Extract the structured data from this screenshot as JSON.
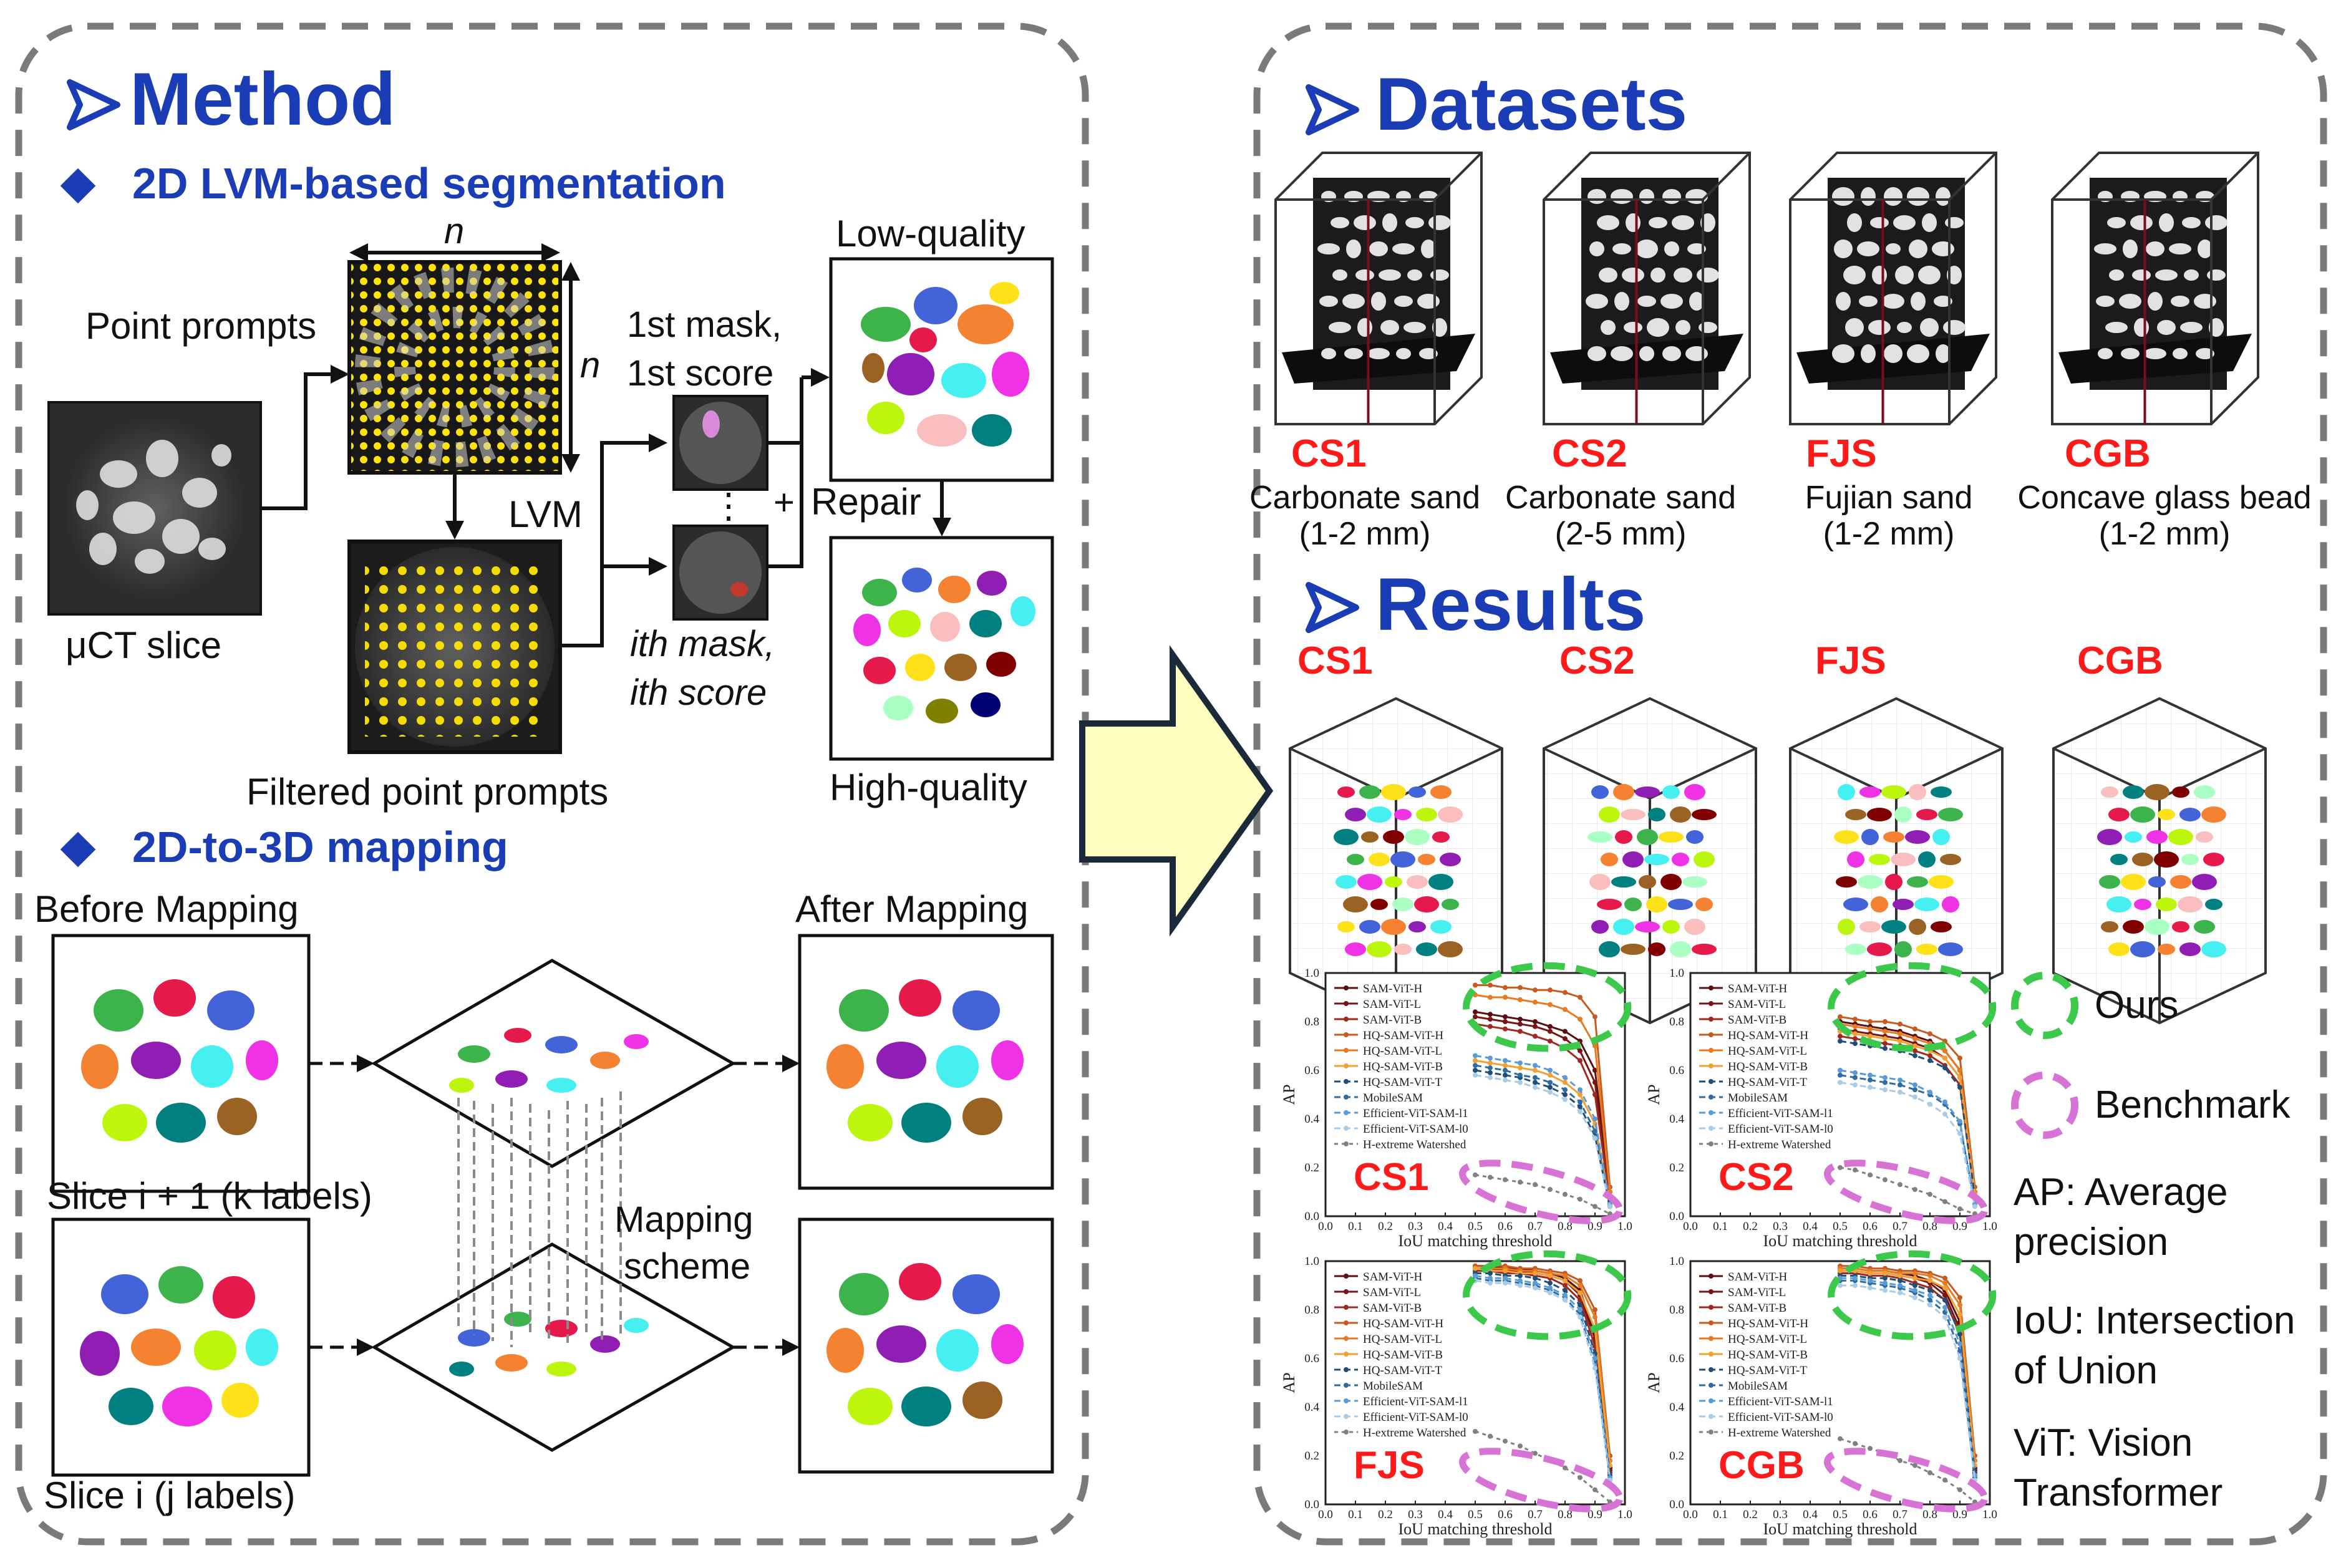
{
  "method": {
    "heading": "Method",
    "sec1": "2D LVM-based segmentation",
    "point_prompts": "Point prompts",
    "n_top": "n",
    "n_side": "n",
    "uct_slice": "μCT slice",
    "lvm": "LVM",
    "filtered": "Filtered point prompts",
    "mask1_a": "1st mask,",
    "mask1_b": "1st score",
    "dots": "⋮",
    "plus": "+",
    "maski_a": "ith mask,",
    "maski_b": "ith score",
    "repair": "Repair",
    "low_quality": "Low-quality",
    "high_quality": "High-quality",
    "sec2": "2D-to-3D mapping",
    "before": "Before Mapping",
    "after": "After Mapping",
    "slice_i1": "Slice i + 1 (k labels)",
    "slice_i": "Slice i (j labels)",
    "mapping_a": "Mapping",
    "mapping_b": "scheme"
  },
  "datasets": {
    "heading": "Datasets",
    "items": [
      {
        "code": "CS1",
        "name": "Carbonate sand",
        "size": "(1-2 mm)"
      },
      {
        "code": "CS2",
        "name": "Carbonate sand",
        "size": "(2-5 mm)"
      },
      {
        "code": "FJS",
        "name": "Fujian sand",
        "size": "(1-2 mm)"
      },
      {
        "code": "CGB",
        "name": "Concave glass bead",
        "size": "(1-2 mm)"
      }
    ]
  },
  "results": {
    "heading": "Results",
    "codes": [
      "CS1",
      "CS2",
      "FJS",
      "CGB"
    ]
  },
  "legend_side": {
    "ours": "Ours",
    "benchmark": "Benchmark",
    "ap_a": "AP: Average",
    "ap_b": "precision",
    "iou_a": "IoU: Intersection",
    "iou_b": "of Union",
    "vit_a": "ViT: Vision",
    "vit_b": "Transformer"
  },
  "colors": {
    "heading_blue": "#1a3cb4",
    "red_code": "#ff1a1a",
    "ours_green": "#3cc84a",
    "bench_pink": "#d873d6",
    "arrow_fill": "#ffffc0",
    "arrow_stroke": "#1b2a3a",
    "border_gray": "#7a7a7a"
  },
  "chart_data": [
    {
      "type": "line",
      "label": "CS1",
      "xlabel": "IoU matching threshold",
      "ylabel": "AP",
      "xlim": [
        0,
        1
      ],
      "ylim": [
        0,
        1
      ],
      "x": [
        0.5,
        0.55,
        0.6,
        0.65,
        0.7,
        0.75,
        0.8,
        0.85,
        0.9,
        0.95
      ],
      "series": [
        {
          "name": "SAM-ViT-H",
          "values": [
            0.84,
            0.83,
            0.82,
            0.81,
            0.8,
            0.78,
            0.76,
            0.72,
            0.6,
            0.1
          ]
        },
        {
          "name": "SAM-ViT-L",
          "values": [
            0.82,
            0.81,
            0.8,
            0.79,
            0.78,
            0.76,
            0.73,
            0.68,
            0.55,
            0.08
          ]
        },
        {
          "name": "SAM-ViT-B",
          "values": [
            0.79,
            0.78,
            0.77,
            0.76,
            0.74,
            0.72,
            0.69,
            0.64,
            0.5,
            0.06
          ]
        },
        {
          "name": "HQ-SAM-ViT-H",
          "values": [
            0.95,
            0.95,
            0.94,
            0.94,
            0.93,
            0.93,
            0.92,
            0.9,
            0.82,
            0.12
          ]
        },
        {
          "name": "HQ-SAM-ViT-L",
          "values": [
            0.91,
            0.9,
            0.9,
            0.89,
            0.88,
            0.87,
            0.85,
            0.81,
            0.7,
            0.1
          ]
        },
        {
          "name": "HQ-SAM-ViT-B",
          "values": [
            0.64,
            0.63,
            0.62,
            0.61,
            0.6,
            0.58,
            0.55,
            0.5,
            0.38,
            0.05
          ]
        },
        {
          "name": "HQ-SAM-ViT-T",
          "values": [
            0.6,
            0.59,
            0.58,
            0.57,
            0.55,
            0.53,
            0.5,
            0.45,
            0.33,
            0.04
          ]
        },
        {
          "name": "MobileSAM",
          "values": [
            0.62,
            0.61,
            0.6,
            0.58,
            0.57,
            0.55,
            0.52,
            0.47,
            0.35,
            0.04
          ]
        },
        {
          "name": "Efficient-ViT-SAM-l1",
          "values": [
            0.66,
            0.65,
            0.64,
            0.63,
            0.62,
            0.6,
            0.57,
            0.52,
            0.4,
            0.05
          ]
        },
        {
          "name": "Efficient-ViT-SAM-l0",
          "values": [
            0.58,
            0.57,
            0.56,
            0.55,
            0.53,
            0.51,
            0.48,
            0.43,
            0.32,
            0.04
          ]
        },
        {
          "name": "H-extreme Watershed",
          "values": [
            0.17,
            0.16,
            0.15,
            0.14,
            0.13,
            0.11,
            0.09,
            0.07,
            0.04,
            0.01
          ]
        }
      ]
    },
    {
      "type": "line",
      "label": "CS2",
      "xlabel": "IoU matching threshold",
      "ylabel": "AP",
      "xlim": [
        0,
        1
      ],
      "ylim": [
        0,
        1
      ],
      "x": [
        0.5,
        0.55,
        0.6,
        0.65,
        0.7,
        0.75,
        0.8,
        0.85,
        0.9,
        0.95
      ],
      "series": [
        {
          "name": "SAM-ViT-H",
          "values": [
            0.8,
            0.79,
            0.78,
            0.77,
            0.76,
            0.74,
            0.72,
            0.68,
            0.6,
            0.1
          ]
        },
        {
          "name": "SAM-ViT-L",
          "values": [
            0.77,
            0.76,
            0.75,
            0.74,
            0.73,
            0.71,
            0.69,
            0.65,
            0.57,
            0.09
          ]
        },
        {
          "name": "SAM-ViT-B",
          "values": [
            0.74,
            0.73,
            0.72,
            0.71,
            0.7,
            0.68,
            0.66,
            0.62,
            0.54,
            0.08
          ]
        },
        {
          "name": "HQ-SAM-ViT-H",
          "values": [
            0.82,
            0.81,
            0.8,
            0.8,
            0.79,
            0.77,
            0.75,
            0.72,
            0.65,
            0.12
          ]
        },
        {
          "name": "HQ-SAM-ViT-L",
          "values": [
            0.79,
            0.78,
            0.77,
            0.76,
            0.75,
            0.73,
            0.71,
            0.68,
            0.6,
            0.1
          ]
        },
        {
          "name": "HQ-SAM-ViT-B",
          "values": [
            0.76,
            0.75,
            0.74,
            0.73,
            0.72,
            0.7,
            0.68,
            0.65,
            0.57,
            0.09
          ]
        },
        {
          "name": "HQ-SAM-ViT-T",
          "values": [
            0.72,
            0.71,
            0.7,
            0.69,
            0.68,
            0.66,
            0.64,
            0.61,
            0.53,
            0.08
          ]
        },
        {
          "name": "MobileSAM",
          "values": [
            0.58,
            0.57,
            0.56,
            0.55,
            0.54,
            0.52,
            0.5,
            0.46,
            0.38,
            0.05
          ]
        },
        {
          "name": "Efficient-ViT-SAM-l1",
          "values": [
            0.6,
            0.59,
            0.58,
            0.57,
            0.56,
            0.54,
            0.51,
            0.47,
            0.39,
            0.05
          ]
        },
        {
          "name": "Efficient-ViT-SAM-l0",
          "values": [
            0.55,
            0.54,
            0.53,
            0.52,
            0.51,
            0.49,
            0.46,
            0.42,
            0.34,
            0.04
          ]
        },
        {
          "name": "H-extreme Watershed",
          "values": [
            0.2,
            0.19,
            0.17,
            0.15,
            0.13,
            0.11,
            0.09,
            0.06,
            0.03,
            0.01
          ]
        }
      ]
    },
    {
      "type": "line",
      "label": "FJS",
      "xlabel": "IoU matching threshold",
      "ylabel": "AP",
      "xlim": [
        0,
        1
      ],
      "ylim": [
        0,
        1
      ],
      "x": [
        0.5,
        0.55,
        0.6,
        0.65,
        0.7,
        0.75,
        0.8,
        0.85,
        0.9,
        0.95
      ],
      "series": [
        {
          "name": "SAM-ViT-H",
          "values": [
            0.98,
            0.98,
            0.97,
            0.97,
            0.96,
            0.95,
            0.93,
            0.88,
            0.7,
            0.15
          ]
        },
        {
          "name": "SAM-ViT-L",
          "values": [
            0.97,
            0.97,
            0.96,
            0.96,
            0.95,
            0.94,
            0.92,
            0.86,
            0.68,
            0.14
          ]
        },
        {
          "name": "SAM-ViT-B",
          "values": [
            0.96,
            0.96,
            0.95,
            0.95,
            0.94,
            0.93,
            0.9,
            0.84,
            0.65,
            0.13
          ]
        },
        {
          "name": "HQ-SAM-ViT-H",
          "values": [
            0.98,
            0.98,
            0.98,
            0.97,
            0.97,
            0.96,
            0.95,
            0.92,
            0.8,
            0.2
          ]
        },
        {
          "name": "HQ-SAM-ViT-L",
          "values": [
            0.97,
            0.97,
            0.97,
            0.96,
            0.96,
            0.95,
            0.94,
            0.9,
            0.77,
            0.18
          ]
        },
        {
          "name": "HQ-SAM-ViT-B",
          "values": [
            0.97,
            0.96,
            0.96,
            0.95,
            0.95,
            0.94,
            0.92,
            0.87,
            0.72,
            0.16
          ]
        },
        {
          "name": "HQ-SAM-ViT-T",
          "values": [
            0.95,
            0.95,
            0.94,
            0.94,
            0.93,
            0.91,
            0.88,
            0.82,
            0.62,
            0.12
          ]
        },
        {
          "name": "MobileSAM",
          "values": [
            0.93,
            0.92,
            0.92,
            0.91,
            0.9,
            0.88,
            0.85,
            0.78,
            0.58,
            0.1
          ]
        },
        {
          "name": "Efficient-ViT-SAM-l1",
          "values": [
            0.94,
            0.93,
            0.93,
            0.92,
            0.91,
            0.89,
            0.86,
            0.8,
            0.6,
            0.11
          ]
        },
        {
          "name": "Efficient-ViT-SAM-l0",
          "values": [
            0.92,
            0.91,
            0.91,
            0.9,
            0.89,
            0.87,
            0.84,
            0.77,
            0.56,
            0.1
          ]
        },
        {
          "name": "H-extreme Watershed",
          "values": [
            0.3,
            0.28,
            0.26,
            0.24,
            0.21,
            0.18,
            0.15,
            0.11,
            0.06,
            0.01
          ]
        }
      ]
    },
    {
      "type": "line",
      "label": "CGB",
      "xlabel": "IoU matching threshold",
      "ylabel": "AP",
      "xlim": [
        0,
        1
      ],
      "ylim": [
        0,
        1
      ],
      "x": [
        0.5,
        0.55,
        0.6,
        0.65,
        0.7,
        0.75,
        0.8,
        0.85,
        0.9,
        0.95
      ],
      "series": [
        {
          "name": "SAM-ViT-H",
          "values": [
            0.97,
            0.97,
            0.96,
            0.96,
            0.95,
            0.94,
            0.92,
            0.88,
            0.75,
            0.15
          ]
        },
        {
          "name": "SAM-ViT-L",
          "values": [
            0.96,
            0.96,
            0.95,
            0.95,
            0.94,
            0.93,
            0.91,
            0.86,
            0.72,
            0.14
          ]
        },
        {
          "name": "SAM-ViT-B",
          "values": [
            0.95,
            0.95,
            0.94,
            0.94,
            0.93,
            0.91,
            0.89,
            0.84,
            0.7,
            0.13
          ]
        },
        {
          "name": "HQ-SAM-ViT-H",
          "values": [
            0.98,
            0.98,
            0.97,
            0.97,
            0.96,
            0.96,
            0.95,
            0.93,
            0.85,
            0.2
          ]
        },
        {
          "name": "HQ-SAM-ViT-L",
          "values": [
            0.97,
            0.97,
            0.96,
            0.96,
            0.95,
            0.95,
            0.94,
            0.91,
            0.82,
            0.18
          ]
        },
        {
          "name": "HQ-SAM-ViT-B",
          "values": [
            0.96,
            0.96,
            0.95,
            0.95,
            0.94,
            0.93,
            0.92,
            0.89,
            0.78,
            0.16
          ]
        },
        {
          "name": "HQ-SAM-ViT-T",
          "values": [
            0.94,
            0.94,
            0.93,
            0.93,
            0.92,
            0.9,
            0.88,
            0.84,
            0.7,
            0.13
          ]
        },
        {
          "name": "MobileSAM",
          "values": [
            0.92,
            0.92,
            0.91,
            0.9,
            0.89,
            0.87,
            0.84,
            0.79,
            0.63,
            0.11
          ]
        },
        {
          "name": "Efficient-ViT-SAM-l1",
          "values": [
            0.93,
            0.93,
            0.92,
            0.91,
            0.9,
            0.88,
            0.86,
            0.81,
            0.66,
            0.12
          ]
        },
        {
          "name": "Efficient-ViT-SAM-l0",
          "values": [
            0.9,
            0.9,
            0.89,
            0.88,
            0.87,
            0.85,
            0.82,
            0.77,
            0.6,
            0.1
          ]
        },
        {
          "name": "H-extreme Watershed",
          "values": [
            0.27,
            0.25,
            0.23,
            0.21,
            0.18,
            0.16,
            0.13,
            0.1,
            0.06,
            0.01
          ]
        }
      ]
    }
  ]
}
